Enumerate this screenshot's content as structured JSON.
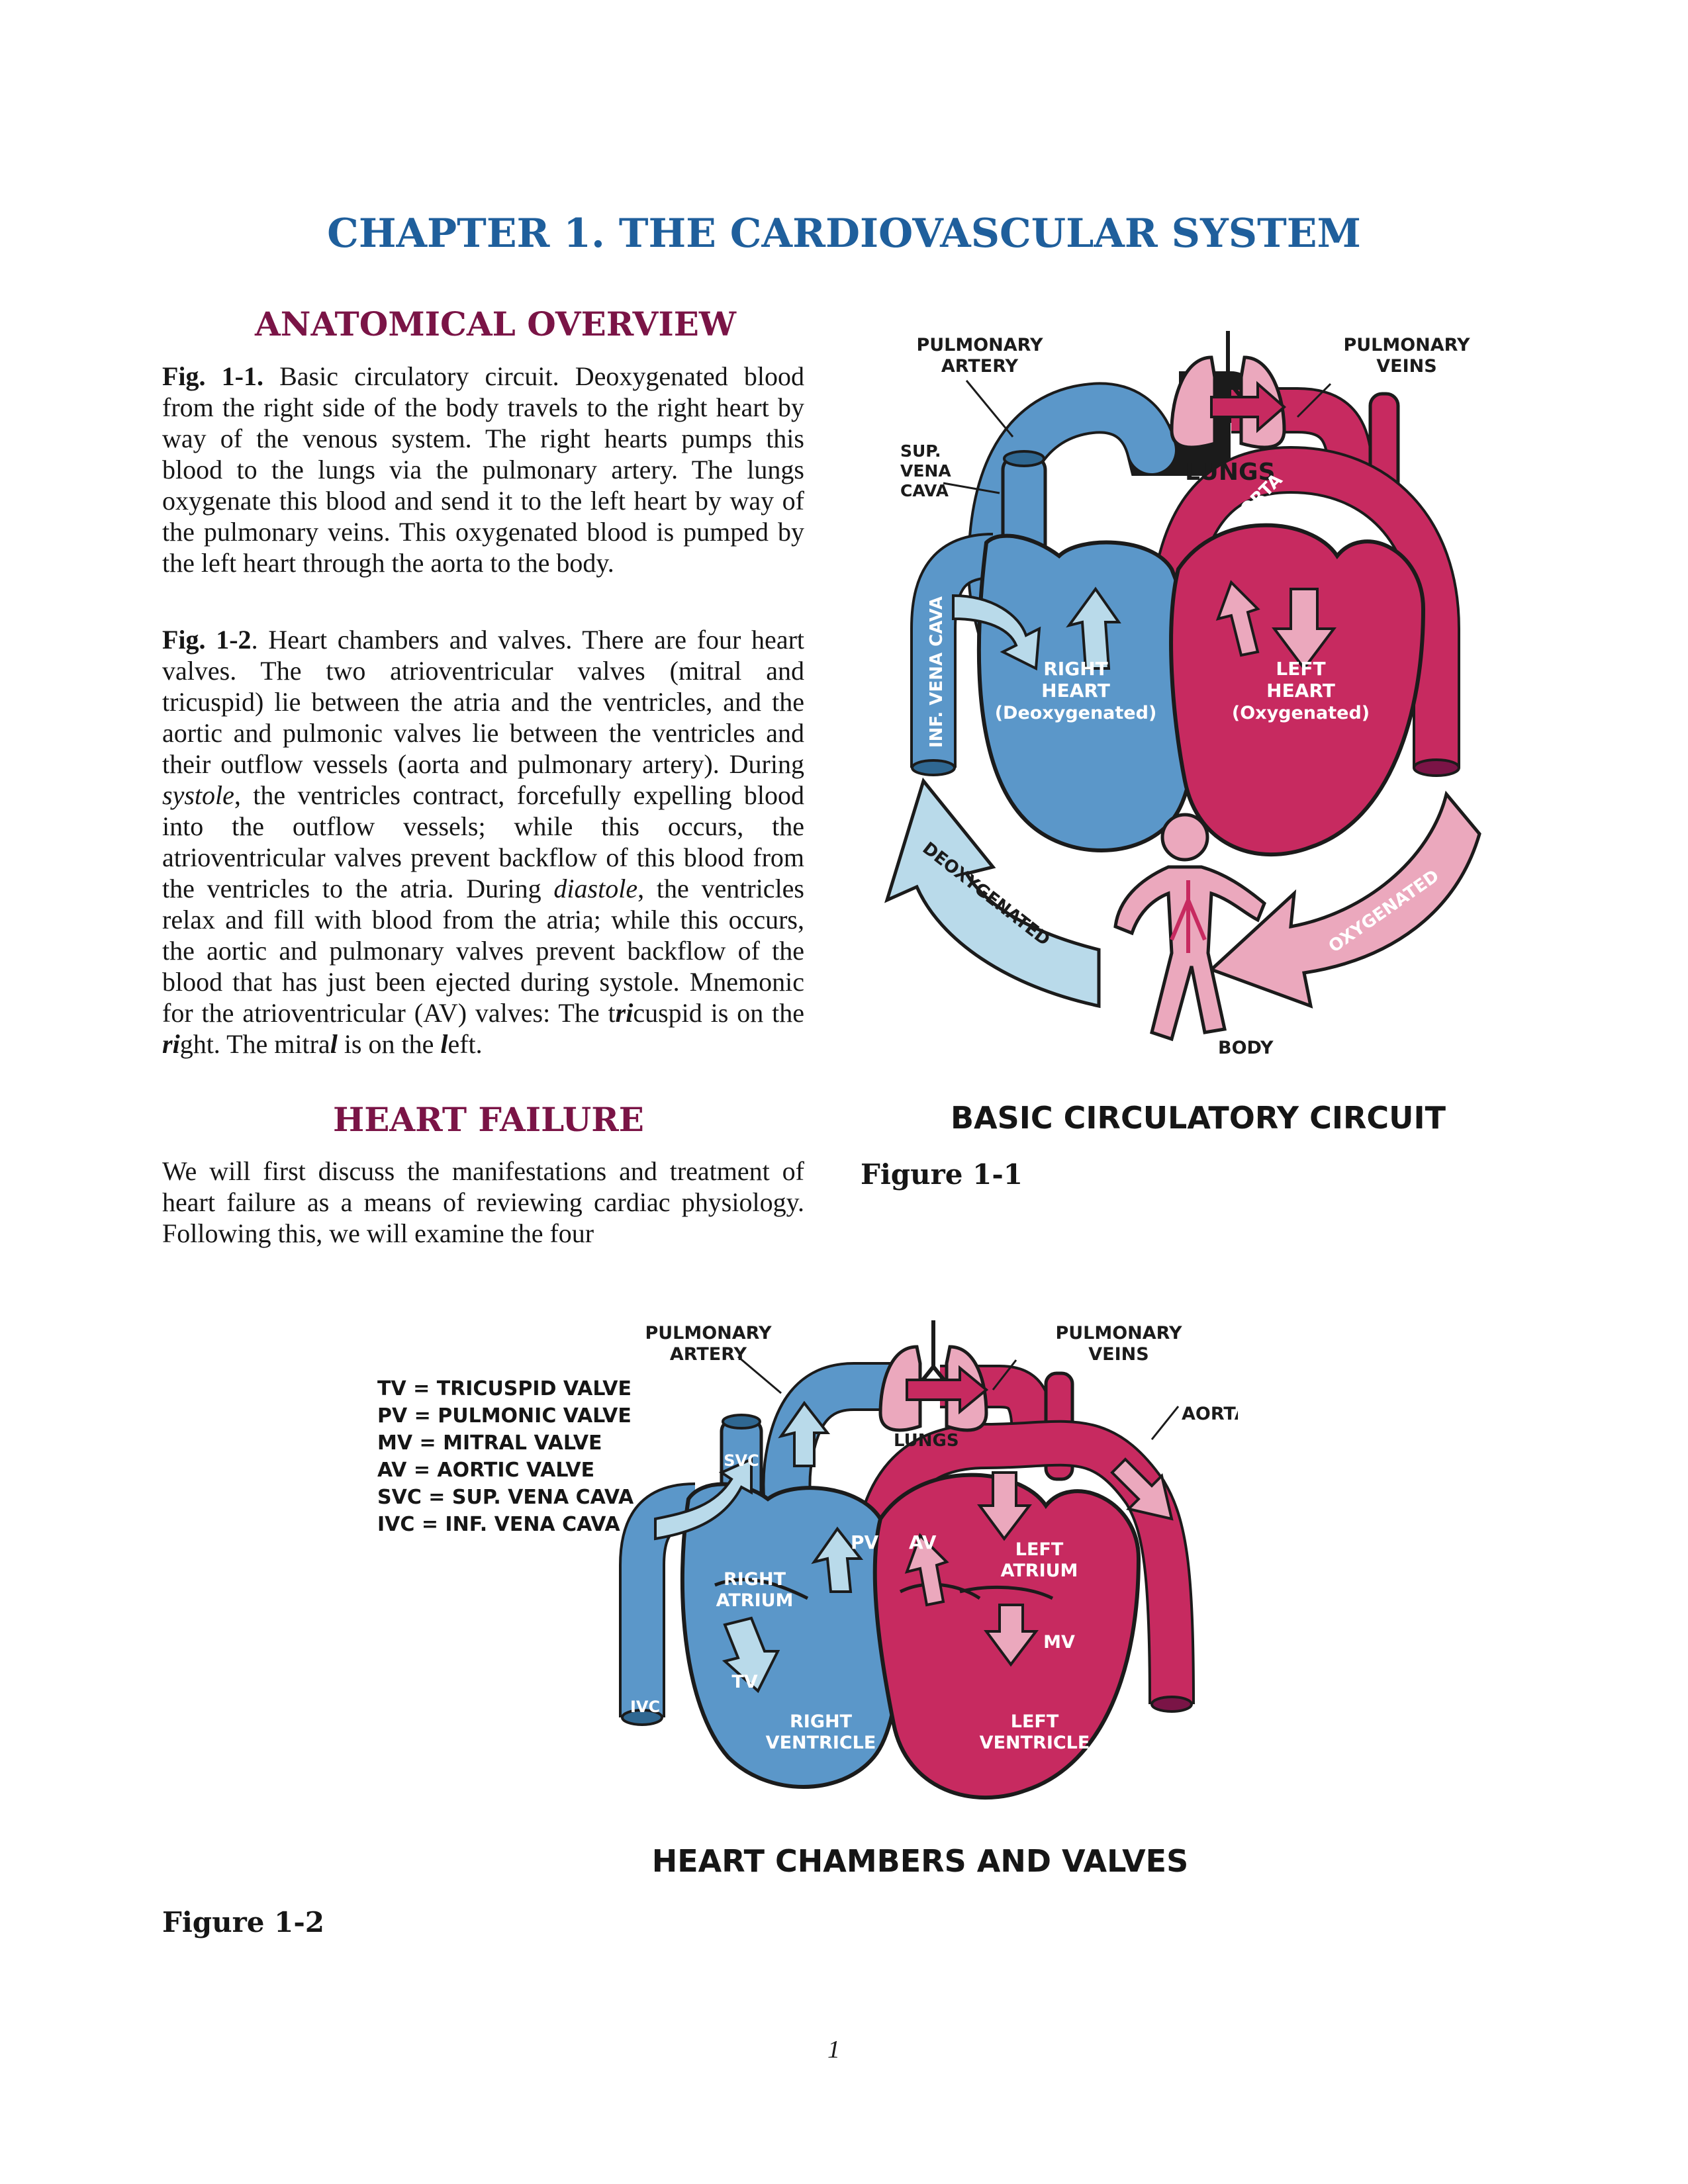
{
  "chapter_title": "CHAPTER 1. THE CARDIOVASCULAR SYSTEM",
  "sections": {
    "anatomical_overview": "ANATOMICAL OVERVIEW",
    "heart_failure": "HEART FAILURE"
  },
  "fig11_caption": {
    "lead": "Fig. 1-1.",
    "text": " Basic circulatory circuit. Deoxygenated blood from the right side of the body travels to the right heart by way of the venous system. The right hearts pumps this blood to the lungs via the pulmonary artery. The lungs oxygenate this blood and send it to the left heart by way of the pulmonary veins. This oxygenated blood is pumped by the left heart through the aorta to the body."
  },
  "fig12_caption": {
    "lead": "Fig. 1-2",
    "t1": ". Heart chambers and valves. There are four heart valves. The two atrioventricular valves (mitral and tricuspid) lie between the atria and the ventricles, and the aortic and pulmonic valves lie between the ventricles and their outflow vessels (aorta and pulmonary artery). During ",
    "systole": "systole",
    "t2": ", the ventricles contract, forcefully expelling blood into the outflow vessels; while this occurs, the atrioventricular valves prevent backflow of this blood from the ventricles to the atria. During ",
    "diastole": "diastole",
    "t3": ", the ventricles relax and fill with blood from the atria; while this occurs, the aortic and pulmonary valves prevent backflow of the blood that has just been ejected during systole. Mnemonic for the atrioventricular (AV) valves: The t",
    "tri": "ri",
    "t4": "cuspid is on the ",
    "ri": "ri",
    "t5": "ght. The mitra",
    "l1": "l",
    "t6": " is on the ",
    "l2": "l",
    "t7": "eft."
  },
  "heart_failure_text": "We will first discuss the manifestations and treatment of heart failure as a means of reviewing cardiac physiology. Following this, we will examine the four",
  "figure1": {
    "label": "Figure 1-1",
    "title": "BASIC CIRCULATORY CIRCUIT",
    "pulm_artery_1": "PULMONARY",
    "pulm_artery_2": "ARTERY",
    "pulm_veins_1": "PULMONARY",
    "pulm_veins_2": "VEINS",
    "svc_1": "SUP.",
    "svc_2": "VENA",
    "svc_3": "CAVA",
    "lungs": "LUNGS",
    "aorta": "AORTA",
    "ivc": "INF. VENA CAVA",
    "right_heart_1": "RIGHT",
    "right_heart_2": "HEART",
    "right_heart_3": "(Deoxygenated)",
    "left_heart_1": "LEFT",
    "left_heart_2": "HEART",
    "left_heart_3": "(Oxygenated)",
    "deoxygenated": "DEOXYGENATED",
    "oxygenated": "OXYGENATED",
    "body": "BODY"
  },
  "figure2": {
    "label": "Figure 1-2",
    "title": "HEART CHAMBERS AND VALVES",
    "legend": [
      "TV = TRICUSPID VALVE",
      "PV = PULMONIC VALVE",
      "MV = MITRAL VALVE",
      "AV = AORTIC VALVE",
      "SVC = SUP. VENA CAVA",
      "IVC = INF. VENA CAVA"
    ],
    "pulm_artery_1": "PULMONARY",
    "pulm_artery_2": "ARTERY",
    "pulm_veins_1": "PULMONARY",
    "pulm_veins_2": "VEINS",
    "aorta": "AORTA",
    "lungs": "LUNGS",
    "svc": "SVC",
    "pv": "PV",
    "av": "AV",
    "tv": "TV",
    "mv": "MV",
    "ivc": "IVC",
    "right_atrium_1": "RIGHT",
    "right_atrium_2": "ATRIUM",
    "left_atrium_1": "LEFT",
    "left_atrium_2": "ATRIUM",
    "right_ventricle_1": "RIGHT",
    "right_ventricle_2": "VENTRICLE",
    "left_ventricle_1": "LEFT",
    "left_ventricle_2": "VENTRICLE"
  },
  "page_number": "1",
  "colors": {
    "title_blue": "#1f5f9c",
    "section_maroon": "#7a1446",
    "deoxy_blue": "#5b97c9",
    "oxy_red": "#c72a60",
    "pink_arrow": "#eba8bd",
    "light_blue_arrow": "#b9daea"
  }
}
